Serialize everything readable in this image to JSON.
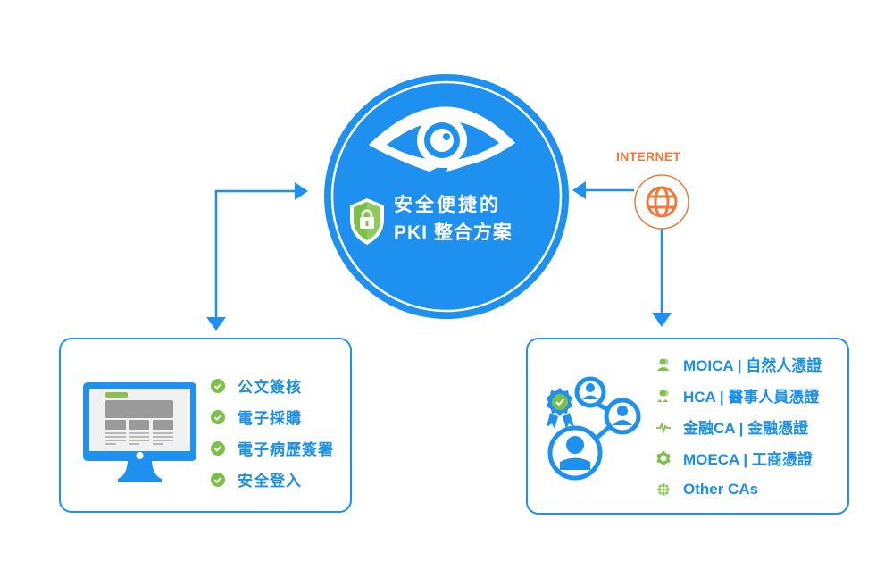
{
  "hub": {
    "title_line1": "安全便捷的",
    "title_line2": "PKI 整合方案",
    "icons": [
      "eye-icon",
      "shield-lock-icon"
    ]
  },
  "internet": {
    "label": "INTERNET",
    "icon": "globe-icon"
  },
  "applications": {
    "icon": "monitor-icon",
    "items": [
      {
        "label": "公文簽核",
        "icon": "check-circle-icon"
      },
      {
        "label": "電子採購",
        "icon": "check-circle-icon"
      },
      {
        "label": "電子病歷簽署",
        "icon": "check-circle-icon"
      },
      {
        "label": "安全登入",
        "icon": "check-circle-icon"
      }
    ]
  },
  "certificates": {
    "icon": "user-network-icon",
    "items": [
      {
        "label": "MOICA | 自然人憑證",
        "icon": "users-icon"
      },
      {
        "label": "HCA | 醫事人員憑證",
        "icon": "medical-user-icon"
      },
      {
        "label": "金融CA | 金融憑證",
        "icon": "pulse-icon"
      },
      {
        "label": "MOECA | 工商憑證",
        "icon": "gear-icon"
      },
      {
        "label": "Other CAs",
        "icon": "globe-icon"
      }
    ]
  },
  "colors": {
    "primary_blue": "#1e90f0",
    "accent_green": "#7cc04a",
    "internet_orange": "#f07a3c"
  }
}
